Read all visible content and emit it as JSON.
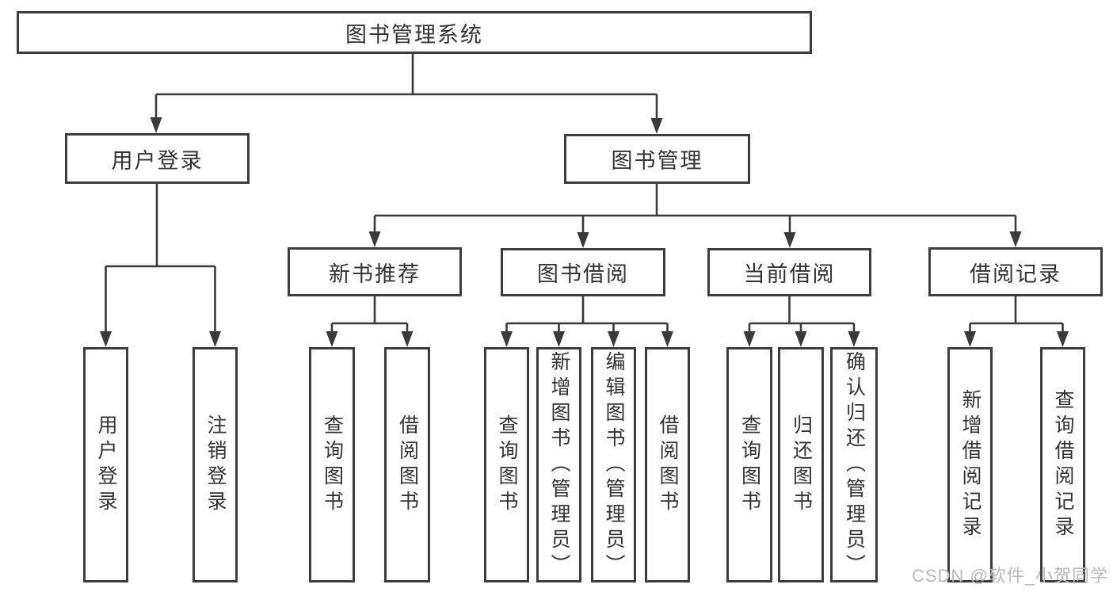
{
  "diagram": {
    "root": "图书管理系统",
    "level2": [
      "用户登录",
      "图书管理"
    ],
    "level3": [
      "新书推荐",
      "图书借阅",
      "当前借阅",
      "借阅记录"
    ],
    "leaves": {
      "user_login": [
        "用户登录",
        "注销登录"
      ],
      "new_book_rec": [
        "查询图书",
        "借阅图书"
      ],
      "book_borrow": [
        "查询图书",
        "新增图书（管理员）",
        "编辑图书（管理员）",
        "借阅图书"
      ],
      "current_borrow": [
        "查询图书",
        "归还图书",
        "确认归还（管理员）"
      ],
      "borrow_record": [
        "新增借阅记录",
        "查询借阅记录"
      ]
    }
  },
  "watermark": "CSDN @软件_小贺同学",
  "colors": {
    "line": "#3a3a3a",
    "border": "#3d3d3d",
    "text": "#333333",
    "watermark": "#b9b9b9",
    "background": "#ffffff"
  }
}
